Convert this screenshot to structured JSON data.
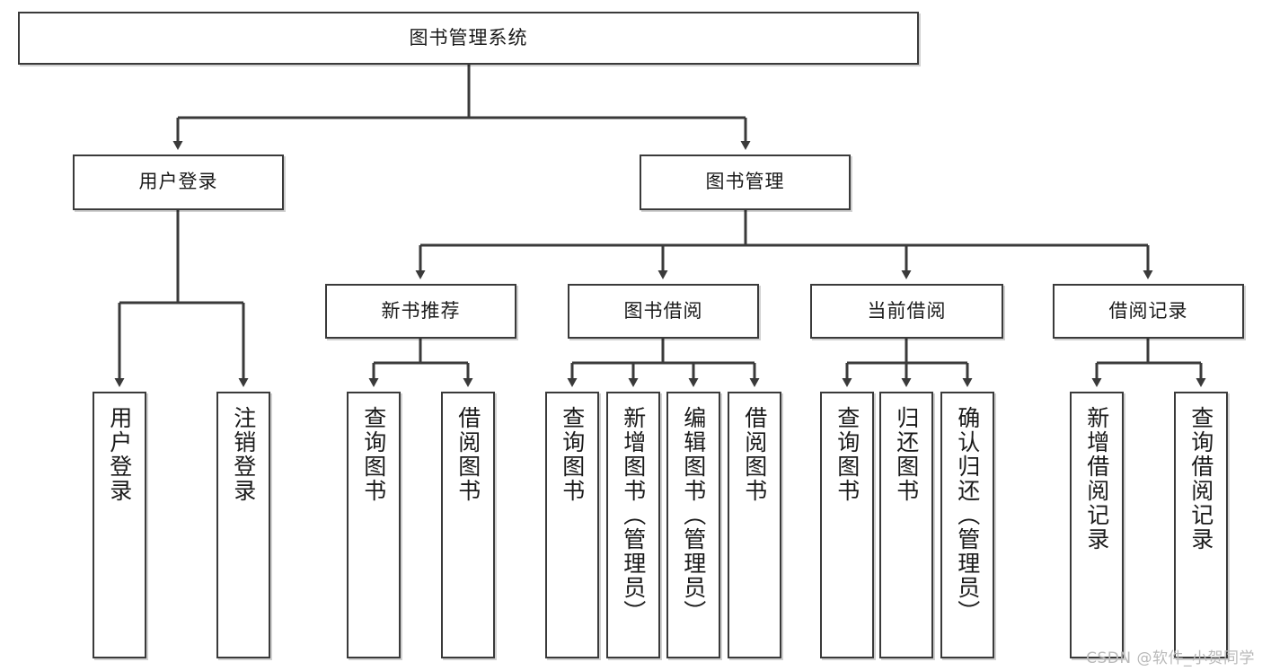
{
  "diagram": {
    "type": "tree-hierarchy-chart",
    "title": "图书管理系统",
    "watermark": "CSDN @软件_小贺同学",
    "colors": {
      "border": "#3a3a3a",
      "background": "#ffffff",
      "text": "#1a1a1a",
      "watermark": "#b9b9b9"
    },
    "nodes": {
      "root": {
        "label": "图书管理系统",
        "orientation": "horizontal"
      },
      "level2": [
        {
          "label": "用户登录",
          "orientation": "horizontal"
        },
        {
          "label": "图书管理",
          "orientation": "horizontal"
        }
      ],
      "level3": [
        {
          "label": "新书推荐",
          "orientation": "horizontal"
        },
        {
          "label": "图书借阅",
          "orientation": "horizontal"
        },
        {
          "label": "当前借阅",
          "orientation": "horizontal"
        },
        {
          "label": "借阅记录",
          "orientation": "horizontal"
        }
      ],
      "leaves": {
        "user_login": [
          {
            "label": "用户登录",
            "orientation": "vertical"
          },
          {
            "label": "注销登录",
            "orientation": "vertical"
          }
        ],
        "new_book_recommend": [
          {
            "label": "查询图书",
            "orientation": "vertical"
          },
          {
            "label": "借阅图书",
            "orientation": "vertical"
          }
        ],
        "book_borrow": [
          {
            "label": "查询图书",
            "orientation": "vertical"
          },
          {
            "label": "新增图书（管理员）",
            "orientation": "vertical"
          },
          {
            "label": "编辑图书（管理员）",
            "orientation": "vertical"
          },
          {
            "label": "借阅图书",
            "orientation": "vertical"
          }
        ],
        "current_borrow": [
          {
            "label": "查询图书",
            "orientation": "vertical"
          },
          {
            "label": "归还图书",
            "orientation": "vertical"
          },
          {
            "label": "确认归还（管理员）",
            "orientation": "vertical"
          }
        ],
        "borrow_record": [
          {
            "label": "新增借阅记录",
            "orientation": "vertical"
          },
          {
            "label": "查询借阅记录",
            "orientation": "vertical"
          }
        ]
      }
    }
  }
}
